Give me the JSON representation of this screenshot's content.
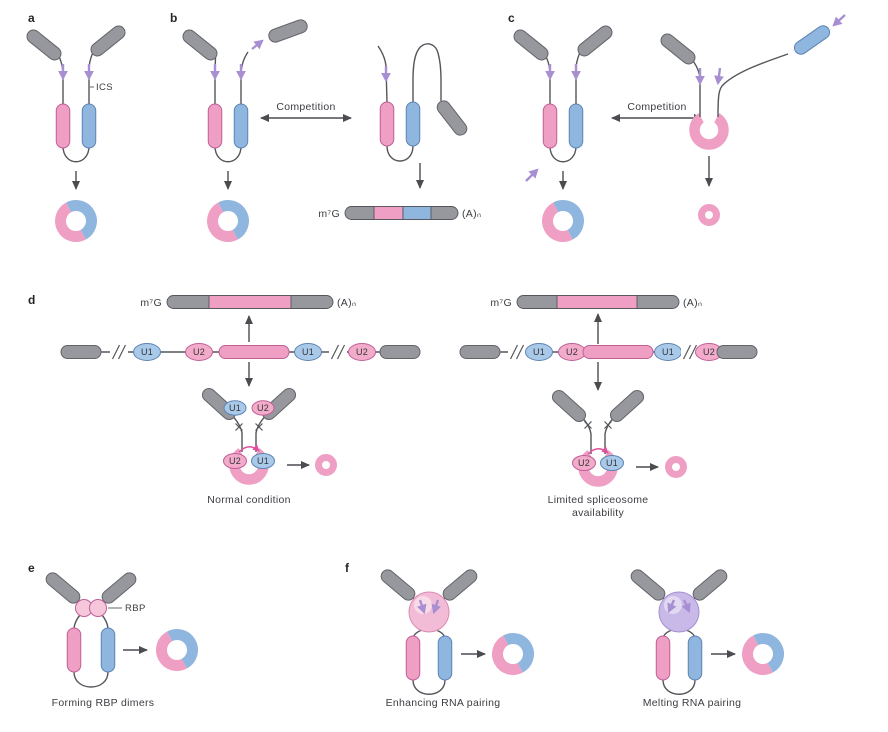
{
  "figure": {
    "colors": {
      "exon_gray": "#97989d",
      "ics_pink": "#ef9fc4",
      "ics_blue": "#8fb6de",
      "u1_fill": "#a9c9e8",
      "u2_fill": "#f3abca",
      "purple_arrow": "#a78fd2",
      "strand": "#55565b",
      "rbp_fill": "#f6c7da",
      "sphere_pink": "#f3bcd6",
      "sphere_purple": "#c9b9e8",
      "splice_arrow_pink": "#e0509c"
    },
    "panels": {
      "a": {
        "letter": "a",
        "ics": "ICS"
      },
      "b": {
        "letter": "b",
        "competition": "Competition",
        "cap": "m⁷G",
        "polya": "(A)ₙ"
      },
      "c": {
        "letter": "c",
        "competition": "Competition"
      },
      "d": {
        "letter": "d",
        "cap": "m⁷G",
        "polya": "(A)ₙ",
        "u1": "U1",
        "u2": "U2",
        "caption_left": "Normal condition",
        "caption_right_1": "Limited spliceosome",
        "caption_right_2": "availability"
      },
      "e": {
        "letter": "e",
        "rbp": "RBP",
        "caption": "Forming RBP dimers"
      },
      "f": {
        "letter": "f",
        "caption_left": "Enhancing RNA pairing",
        "caption_right": "Melting RNA pairing"
      }
    }
  }
}
